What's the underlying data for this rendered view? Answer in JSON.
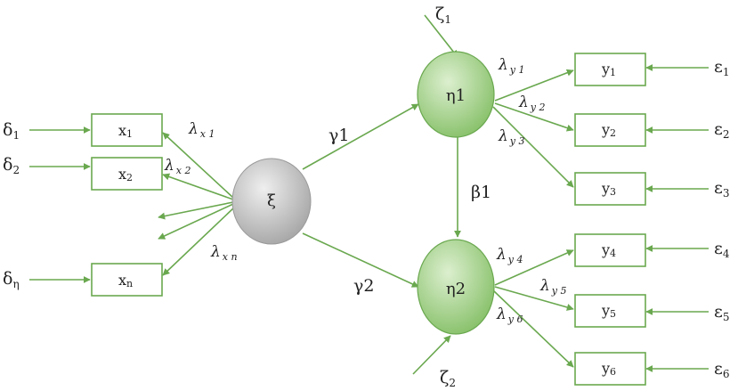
{
  "colors": {
    "arrow": "#6aa84f",
    "box_border": "#6aa84f",
    "eta_fill_light": "#d7ecc9",
    "eta_fill_dark": "#8cc46f",
    "xi_fill_light": "#ececec",
    "xi_fill_dark": "#a9a9a9"
  },
  "nodes": {
    "xi": "ξ",
    "eta1": "η1",
    "eta2": "η2"
  },
  "x_boxes": [
    {
      "label": "x",
      "sub": "1"
    },
    {
      "label": "x",
      "sub": "2"
    },
    {
      "label": "x",
      "sub": "n"
    }
  ],
  "y_boxes": [
    {
      "label": "y",
      "sub": "1"
    },
    {
      "label": "y",
      "sub": "2"
    },
    {
      "label": "y",
      "sub": "3"
    },
    {
      "label": "y",
      "sub": "4"
    },
    {
      "label": "y",
      "sub": "5"
    },
    {
      "label": "y",
      "sub": "6"
    }
  ],
  "deltas": [
    {
      "label": "δ",
      "sub": "1"
    },
    {
      "label": "δ",
      "sub": "2"
    },
    {
      "label": "δ",
      "sub": "η"
    }
  ],
  "epsilons": [
    {
      "label": "ε",
      "sub": "1"
    },
    {
      "label": "ε",
      "sub": "2"
    },
    {
      "label": "ε",
      "sub": "3"
    },
    {
      "label": "ε",
      "sub": "4"
    },
    {
      "label": "ε",
      "sub": "5"
    },
    {
      "label": "ε",
      "sub": "6"
    }
  ],
  "zetas": [
    {
      "label": "ζ",
      "sub": "1"
    },
    {
      "label": "ζ",
      "sub": "2"
    }
  ],
  "lambda_x": [
    {
      "label": "λ",
      "sub": "x 1"
    },
    {
      "label": "λ",
      "sub": "x 2"
    },
    {
      "label": "λ",
      "sub": "x n"
    }
  ],
  "lambda_y": [
    {
      "label": "λ",
      "sub": "y 1"
    },
    {
      "label": "λ",
      "sub": "y 2"
    },
    {
      "label": "λ",
      "sub": "y 3"
    },
    {
      "label": "λ",
      "sub": "y 4"
    },
    {
      "label": "λ",
      "sub": "y 5"
    },
    {
      "label": "λ",
      "sub": "y 6"
    }
  ],
  "paths": {
    "gamma1": "γ1",
    "gamma2": "γ2",
    "beta1": "β1"
  }
}
